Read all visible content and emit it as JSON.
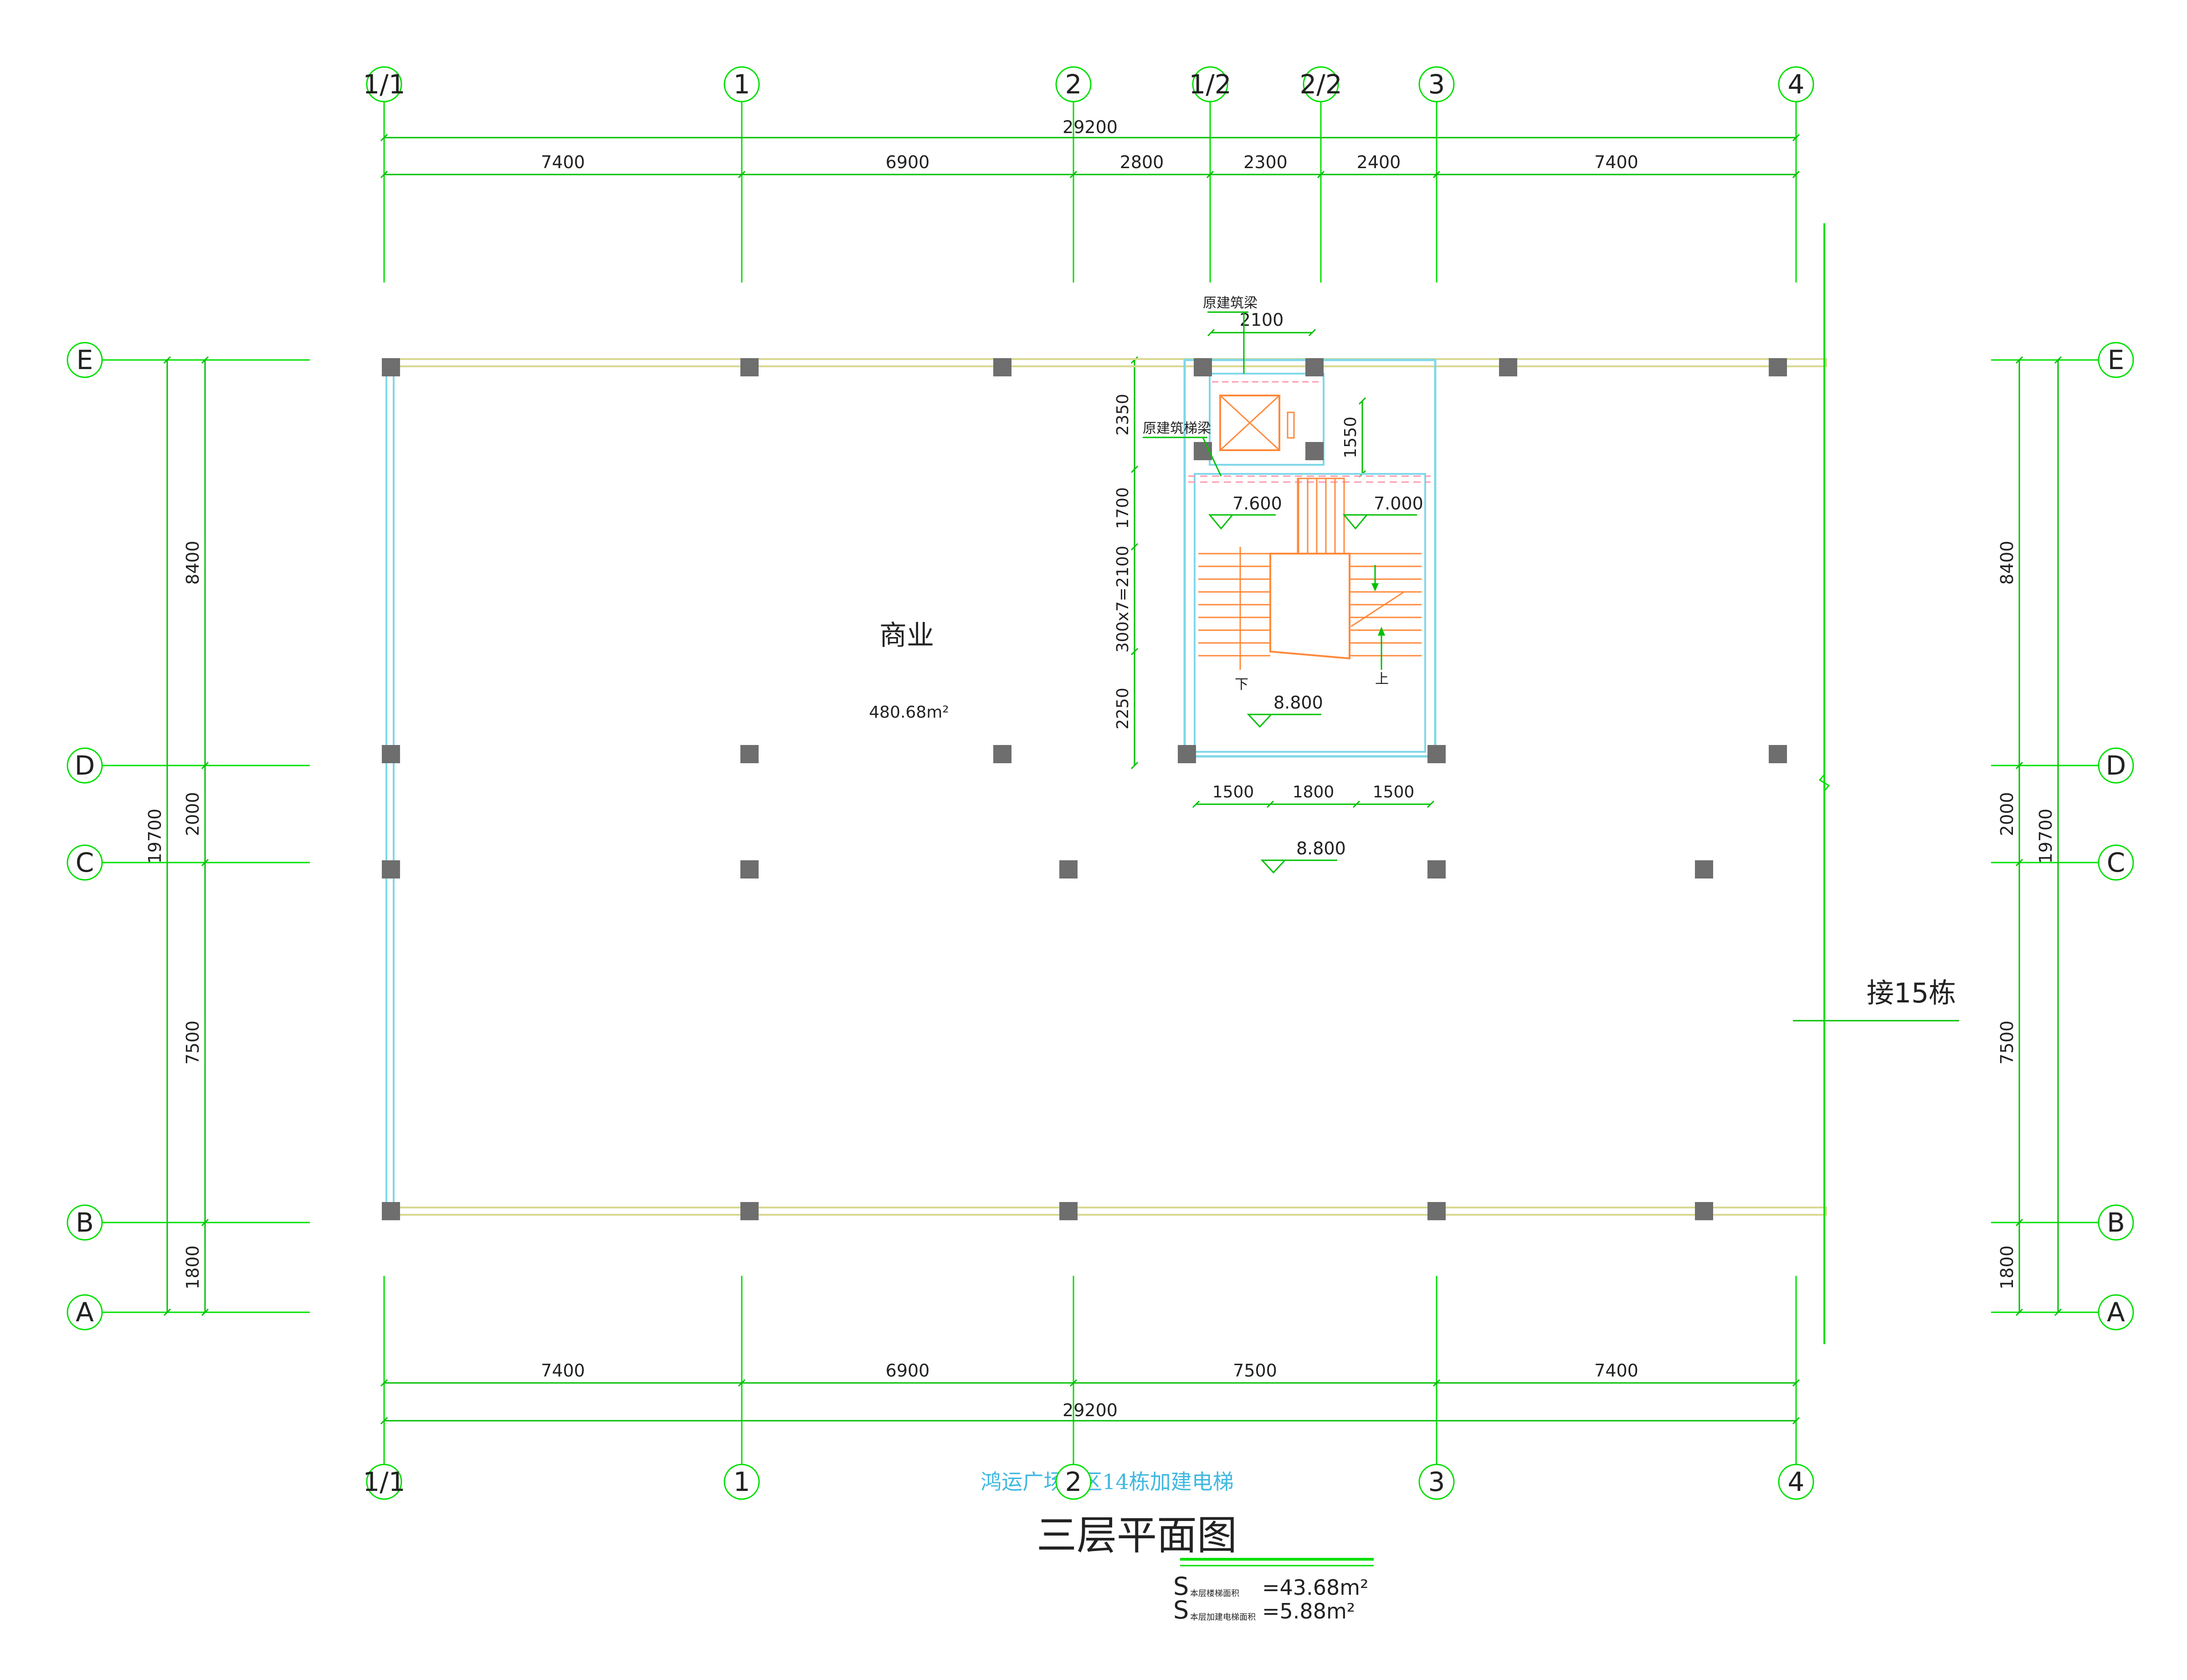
{
  "colors": {
    "background": "#ffffff",
    "grid_line": "#00e000",
    "dimension": "#00c000",
    "dim_text": "#222222",
    "wall": "#7fd8e8",
    "beam": "#d8d890",
    "column": "#6e6e6e",
    "stair": "#ff8a3c",
    "dashed": "#ff9ab0",
    "title_blue": "#40b8e0",
    "title_underline": "#00e000"
  },
  "axes": {
    "top": [
      "1/1",
      "1",
      "2",
      "1/2",
      "2/2",
      "3",
      "4"
    ],
    "bottom": [
      "1/1",
      "1",
      "2",
      "3",
      "4"
    ],
    "left": [
      "E",
      "D",
      "C",
      "B",
      "A"
    ],
    "right": [
      "E",
      "D",
      "C",
      "B",
      "A"
    ]
  },
  "dims": {
    "top_total": "29200",
    "top_segments": [
      "7400",
      "6900",
      "2800",
      "2300",
      "2400",
      "7400"
    ],
    "bottom_segments": [
      "7400",
      "6900",
      "7500",
      "7400"
    ],
    "bottom_total": "29200",
    "side_segments": [
      "8400",
      "2000",
      "7500",
      "1800"
    ],
    "side_total": "19700",
    "stair_width": "2100",
    "stair_vertical": [
      "2350",
      "1700",
      "300x7=2100",
      "2250"
    ],
    "elevator_height": "1550",
    "stair_bottom": [
      "1500",
      "1800",
      "1500"
    ]
  },
  "annotations": {
    "beam_top": "原建筑梁",
    "beam_stair": "原建筑梯梁",
    "level_left": "7.600",
    "level_right": "7.000",
    "level_landing": "8.800",
    "level_floor": "8.800",
    "down": "下",
    "up": "上",
    "room_name": "商业",
    "room_area": "480.68m²",
    "connect": "接15栋"
  },
  "title": {
    "project": "鸿运广场D区14栋加建电梯",
    "drawing": "三层平面图",
    "area1_label": "本层楼梯面积",
    "area1_value": "=43.68m²",
    "area2_label": "本层加建电梯面积",
    "area2_value": "=5.88m²"
  }
}
